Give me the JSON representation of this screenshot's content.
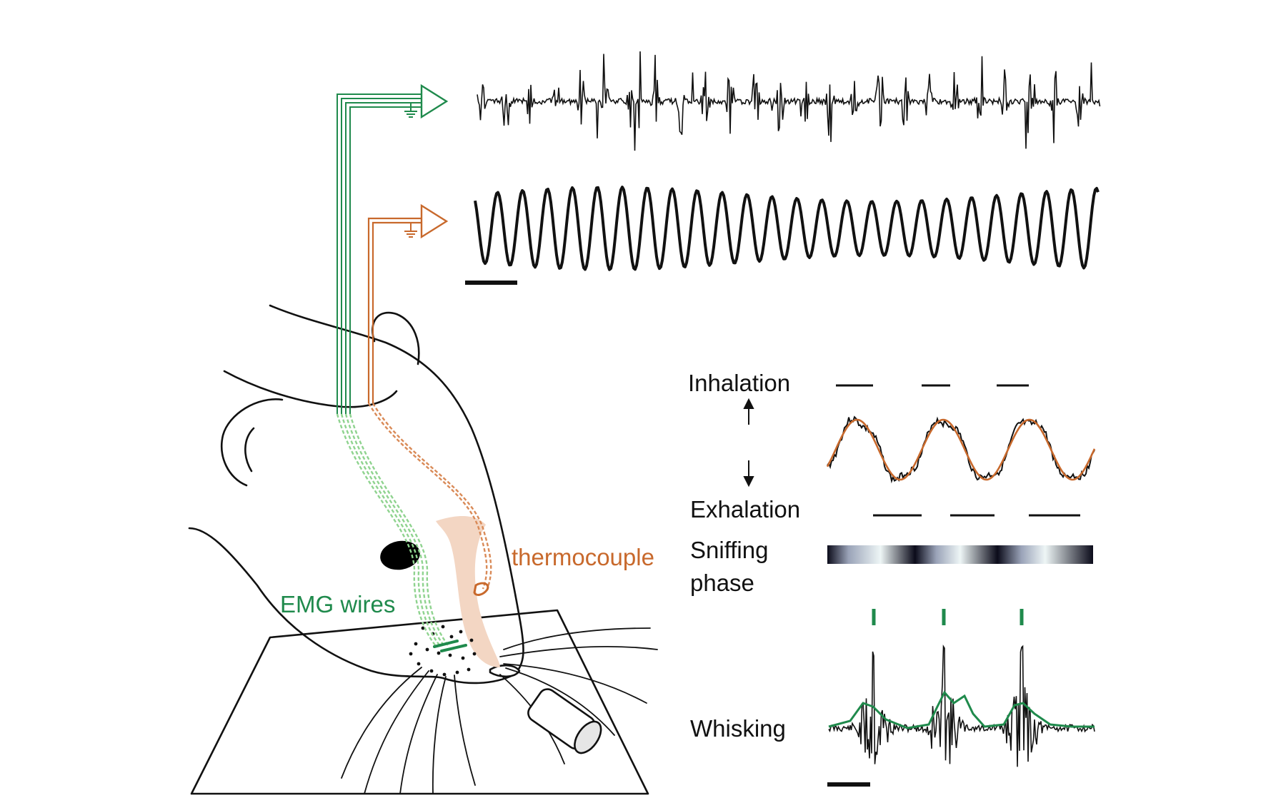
{
  "labels": {
    "inhalation": "Inhalation",
    "exhalation": "Exhalation",
    "sniffing_line1": "Sniffing",
    "sniffing_line2": "phase",
    "whisking": "Whisking",
    "thermocouple": "thermocouple",
    "emg_wires": "EMG wires"
  },
  "colors": {
    "emg": "#1f8a4c",
    "emg_light": "#8fd38f",
    "thermo": "#c8692c",
    "trace": "#111111",
    "nose": "#f3d6c3"
  }
}
